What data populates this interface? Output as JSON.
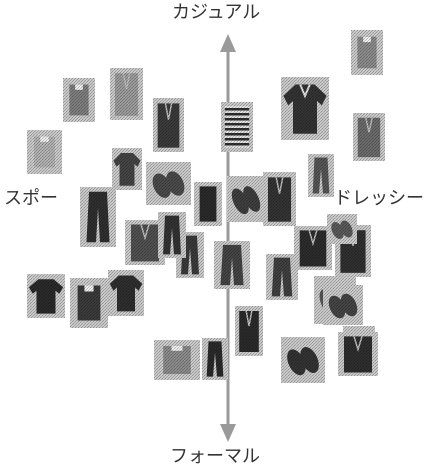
{
  "axis_labels": {
    "top": "カジュアル",
    "bottom": "フォーマル",
    "left": "スポー",
    "right": "ドレッシー"
  },
  "colors": {
    "axis": "#9a9a9a",
    "label": "#333333"
  },
  "items": [
    {
      "kind": "shirt-folded",
      "tone": "#8a8a8a"
    },
    {
      "kind": "shirt-folded",
      "tone": "#7d7d7d"
    },
    {
      "kind": "sweater",
      "tone": "#9a9a9a"
    },
    {
      "kind": "shirt-folded",
      "tone": "#b0b0b0"
    },
    {
      "kind": "jacket",
      "tone": "#3a3a3a"
    },
    {
      "kind": "striped-top",
      "tone": "#2e2e2e"
    },
    {
      "kind": "polo",
      "tone": "#333333"
    },
    {
      "kind": "sweater",
      "tone": "#6a6a6a"
    },
    {
      "kind": "tshirt",
      "tone": "#444444"
    },
    {
      "kind": "pants",
      "tone": "#555555"
    },
    {
      "kind": "shoes",
      "tone": "#4a4a4a"
    },
    {
      "kind": "vest",
      "tone": "#2a2a2a"
    },
    {
      "kind": "shoes",
      "tone": "#3e3e3e"
    },
    {
      "kind": "jacket",
      "tone": "#333333"
    },
    {
      "kind": "pants",
      "tone": "#2f2f2f"
    },
    {
      "kind": "jacket",
      "tone": "#505050"
    },
    {
      "kind": "pants",
      "tone": "#3a3a3a"
    },
    {
      "kind": "pants",
      "tone": "#444444"
    },
    {
      "kind": "pants",
      "tone": "#404040"
    },
    {
      "kind": "jacket",
      "tone": "#2c2c2c"
    },
    {
      "kind": "jacket",
      "tone": "#303030"
    },
    {
      "kind": "shoes",
      "tone": "#555555"
    },
    {
      "kind": "shirt-folded",
      "tone": "#6c6c6c"
    },
    {
      "kind": "tshirt",
      "tone": "#2a2a2a"
    },
    {
      "kind": "shirt-folded",
      "tone": "#3a3a3a"
    },
    {
      "kind": "tshirt",
      "tone": "#2e2e2e"
    },
    {
      "kind": "pants",
      "tone": "#333333"
    },
    {
      "kind": "jacket",
      "tone": "#2a2a2a"
    },
    {
      "kind": "shoes",
      "tone": "#5a5a5a"
    },
    {
      "kind": "shoes",
      "tone": "#444444"
    },
    {
      "kind": "shirt-folded",
      "tone": "#8a8a8a"
    },
    {
      "kind": "pants",
      "tone": "#2a2a2a"
    },
    {
      "kind": "shoes",
      "tone": "#333333"
    },
    {
      "kind": "jacket",
      "tone": "#2e2e2e"
    }
  ]
}
